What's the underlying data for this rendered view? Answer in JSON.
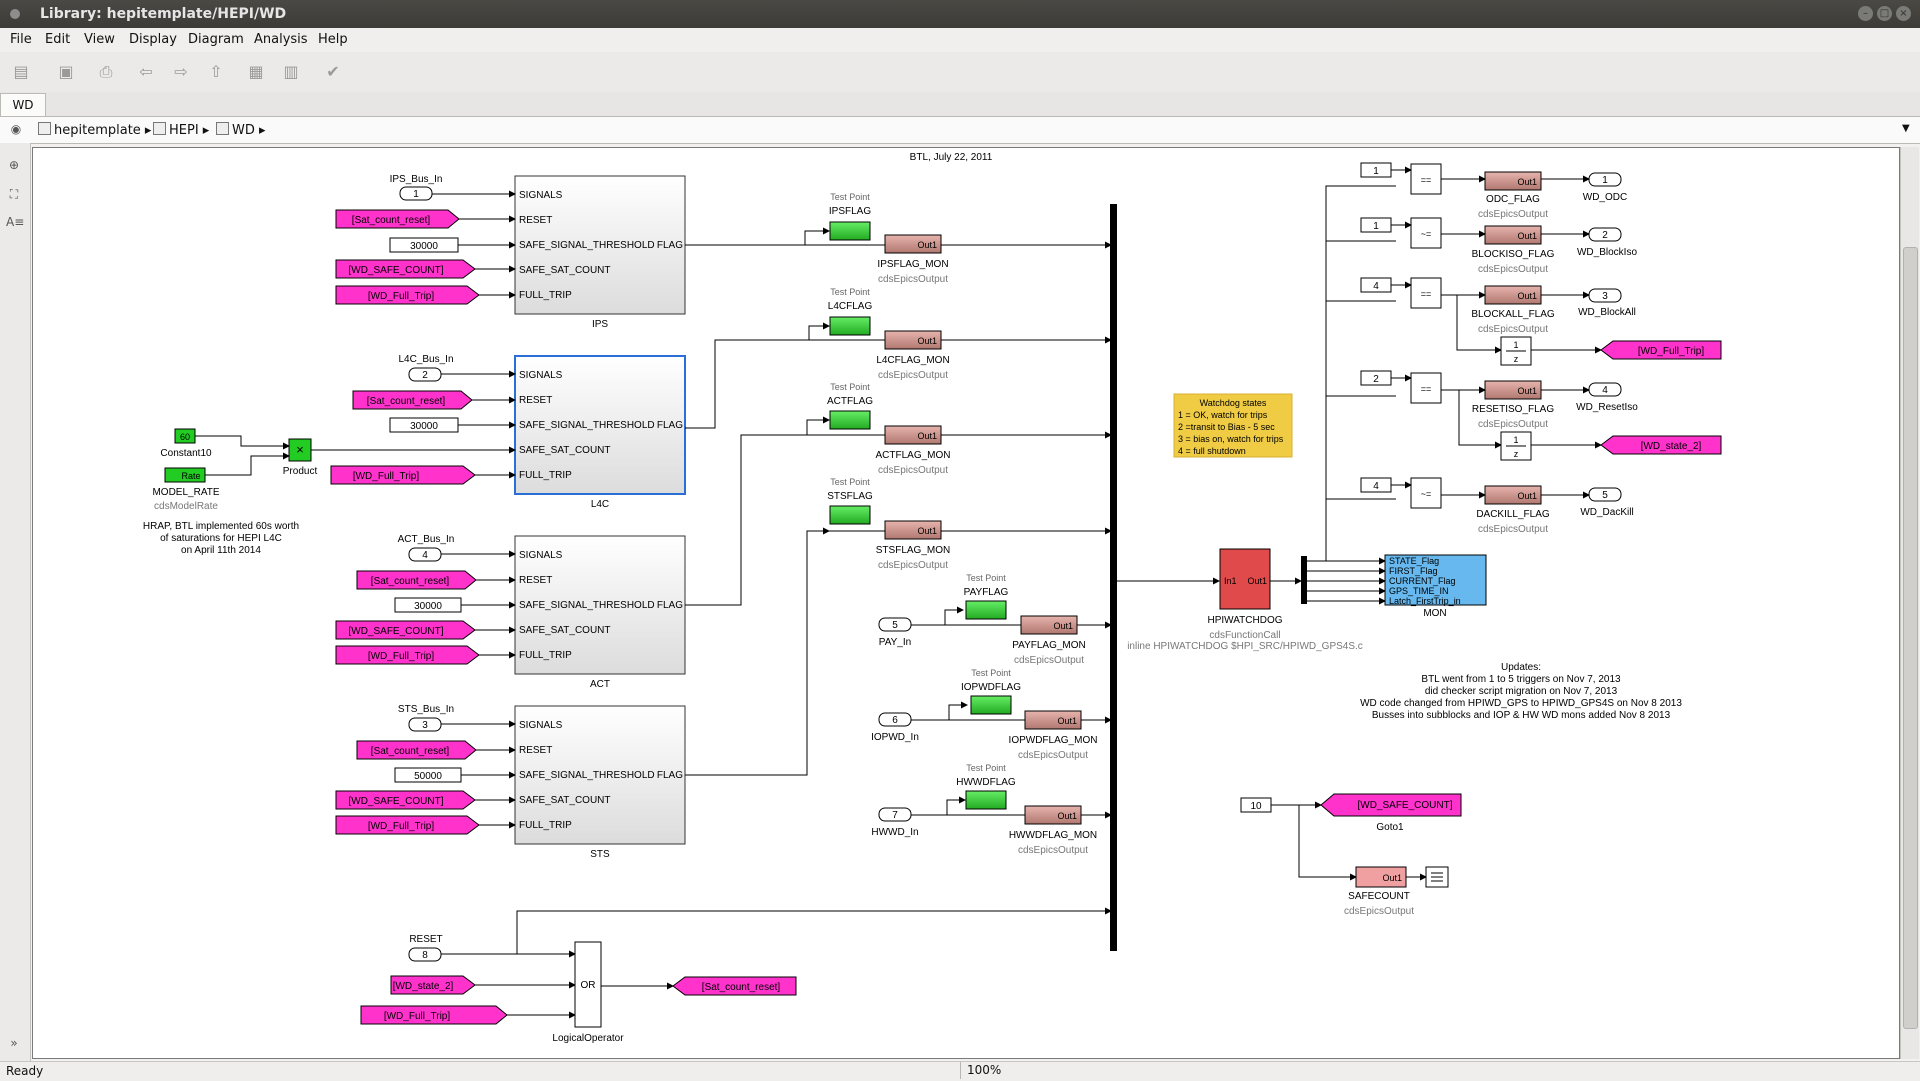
{
  "window": {
    "title": "Library: hepitemplate/HEPI/WD"
  },
  "menu": [
    "File",
    "Edit",
    "View",
    "Display",
    "Diagram",
    "Analysis",
    "Help"
  ],
  "tab": {
    "label": "WD"
  },
  "breadcrumb": [
    "hepitemplate",
    "HEPI",
    "WD"
  ],
  "status": {
    "text": "Ready",
    "zoom": "100%"
  },
  "diagram": {
    "header_note": "BTL, July 22, 2011",
    "blocks": [
      {
        "id": "ips",
        "name": "IPS",
        "bus": "IPS_Bus_In",
        "bus_port": "1",
        "threshold": "30000",
        "safe_count": "[WD_SAFE_COUNT]"
      },
      {
        "id": "l4c",
        "name": "L4C",
        "bus": "L4C_Bus_In",
        "bus_port": "2",
        "threshold": "30000",
        "safe_count": ""
      },
      {
        "id": "act",
        "name": "ACT",
        "bus": "ACT_Bus_In",
        "bus_port": "4",
        "threshold": "30000",
        "safe_count": "[WD_SAFE_COUNT]"
      },
      {
        "id": "sts",
        "name": "STS",
        "bus": "STS_Bus_In",
        "bus_port": "3",
        "threshold": "50000",
        "safe_count": "[WD_SAFE_COUNT]"
      }
    ],
    "port_labels": [
      "SIGNALS",
      "RESET",
      "SAFE_SIGNAL_THRESHOLD",
      "SAFE_SAT_COUNT",
      "FULL_TRIP"
    ],
    "flag_label": "FLAG",
    "sat_reset": "[Sat_count_reset]",
    "full_trip": "[WD_Full_Trip]",
    "constant": {
      "value": "60",
      "name": "Constant10"
    },
    "rate": {
      "value": "Rate",
      "name": "MODEL_RATE",
      "lib": "cdsModelRate"
    },
    "product": {
      "symbol": "×",
      "name": "Product"
    },
    "note_hrap": [
      "HRAP, BTL implemented 60s worth",
      "of saturations for HEPI L4C",
      "on April 11th 2014"
    ],
    "test_point": "Test Point",
    "epics": "cdsEpicsOutput",
    "out1": "Out1",
    "flags": [
      {
        "tp": "IPSFLAG",
        "mon": "IPSFLAG_MON"
      },
      {
        "tp": "L4CFLAG",
        "mon": "L4CFLAG_MON"
      },
      {
        "tp": "ACTFLAG",
        "mon": "ACTFLAG_MON"
      },
      {
        "tp": "STSFLAG",
        "mon": "STSFLAG_MON"
      }
    ],
    "inputs": [
      {
        "port": "5",
        "name": "PAY_In",
        "tp": "PAYFLAG",
        "mon": "PAYFLAG_MON"
      },
      {
        "port": "6",
        "name": "IOPWD_In",
        "tp": "IOPWDFLAG",
        "mon": "IOPWDFLAG_MON"
      },
      {
        "port": "7",
        "name": "HWWD_In",
        "tp": "HWWDFLAG",
        "mon": "HWWDFLAG_MON"
      }
    ],
    "reset": {
      "name": "RESET",
      "port": "8"
    },
    "wd_state2": "[WD_state_2]",
    "logical": {
      "op": "OR",
      "name": "LogicalOperator"
    },
    "watchdog": {
      "name": "HPIWATCHDOG",
      "lib": "cdsFunctionCall",
      "inline": "inline HPIWATCHDOG $HPI_SRC/HPIWD_GPS4S.c",
      "in1": "In1",
      "out1": "Out1"
    },
    "watchdog_states": [
      "Watchdog states",
      "1 = OK, watch for trips",
      "2 =transit to Bias - 5 sec",
      "3 = bias on, watch for trips",
      "4 = full shutdown"
    ],
    "mon": {
      "name": "MON",
      "signals": [
        "STATE_Flag",
        "FIRST_Flag",
        "CURRENT_Flag",
        "GPS_TIME_IN",
        "Latch_FirstTrip_in"
      ]
    },
    "compares": [
      {
        "const": "1",
        "op": "==",
        "flag": "ODC_FLAG",
        "out_port": "1",
        "out": "WD_ODC"
      },
      {
        "const": "1",
        "op": "~=",
        "flag": "BLOCKISO_FLAG",
        "out_port": "2",
        "out": "WD_BlockIso"
      },
      {
        "const": "4",
        "op": "==",
        "flag": "BLOCKALL_FLAG",
        "out_port": "3",
        "out": "WD_BlockAll"
      },
      {
        "const": "2",
        "op": "==",
        "flag": "RESETISO_FLAG",
        "out_port": "4",
        "out": "WD_ResetIso"
      },
      {
        "const": "4",
        "op": "~=",
        "flag": "DACKILL_FLAG",
        "out_port": "5",
        "out": "WD_DacKill"
      }
    ],
    "delay": {
      "num": "1",
      "den": "z"
    },
    "goto_full_trip": "[WD_Full_Trip]",
    "goto_state2": "[WD_state_2]",
    "updates": [
      "Updates:",
      "BTL went from 1 to 5 triggers on Nov 7, 2013",
      "did checker script migration on Nov 7, 2013",
      "WD code changed from HPIWD_GPS to HPIWD_GPS4S on Nov 8 2013",
      "Busses into subblocks and IOP & HW WD mons added Nov 8 2013"
    ],
    "safe": {
      "const": "10",
      "goto": "[WD_SAFE_COUNT]",
      "goto_name": "Goto1",
      "name": "SAFECOUNT"
    },
    "sat_goto": "[Sat_count_reset]"
  }
}
